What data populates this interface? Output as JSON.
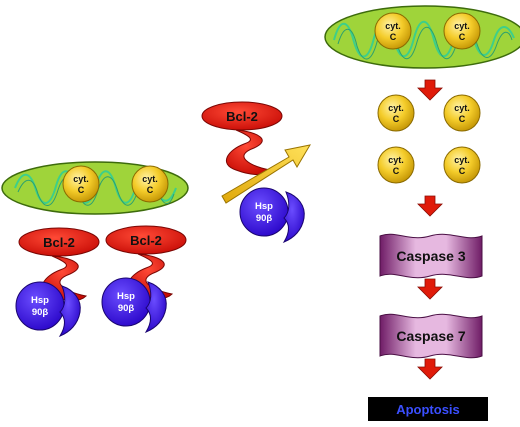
{
  "cyt_c": {
    "line1": "cyt.",
    "line2": "C"
  },
  "bcl2": {
    "label": "Bcl-2"
  },
  "hsp": {
    "line1": "Hsp",
    "line2": "90β"
  },
  "caspase3": {
    "label": "Caspase 3"
  },
  "caspase7": {
    "label": "Caspase 7"
  },
  "apoptosis": {
    "label": "Apoptosis"
  },
  "colors": {
    "mitochondria_fill": "#9fd43a",
    "crista": "#3dcf8a",
    "cyt_c": "#f2c21a",
    "bcl2": "#e8120c",
    "hsp": "#3b10e6",
    "arrow_yellow": "#f2c21a",
    "arrow_red": "#e01b0a",
    "caspase": "#a12c95",
    "apoptosis_bg": "#000000",
    "apoptosis_text": "#3a4fff"
  }
}
